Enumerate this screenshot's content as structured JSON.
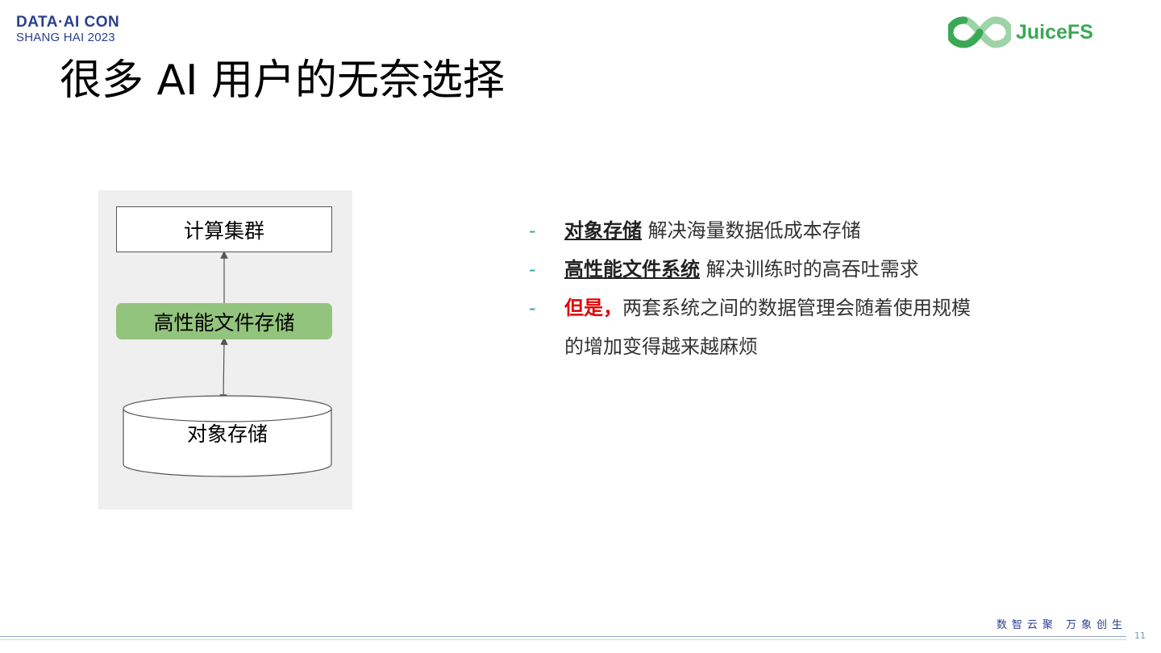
{
  "header": {
    "conference_logo_line1": "DATA·AI CON",
    "conference_logo_line2": "SHANG HAI 2023",
    "brand_name": "JuiceFS",
    "brand_color": "#3ba855"
  },
  "slide": {
    "title": "很多 AI 用户的无奈选择"
  },
  "diagram": {
    "compute_label": "计算集群",
    "hpfs_label": "高性能文件存储",
    "object_storage_label": "对象存储",
    "hpfs_color": "#93c47d",
    "background_color": "#efefef"
  },
  "bullets": [
    {
      "dash": "-",
      "keyword": "对象存储",
      "text": " 解决海量数据低成本存储"
    },
    {
      "dash": "-",
      "keyword": "高性能文件系统",
      "text": " 解决训练时的高吞吐需求"
    },
    {
      "dash": "-",
      "keyword": "但是，",
      "text": "两套系统之间的数据管理会随着使用规模的增加变得越来越麻烦"
    }
  ],
  "footer": {
    "motto": "数智云聚  万象创生",
    "page_number": "11"
  },
  "colors": {
    "accent_dash": "#2ea3b4",
    "warning_red": "#e00000",
    "logo_blue": "#2a3f8f"
  }
}
